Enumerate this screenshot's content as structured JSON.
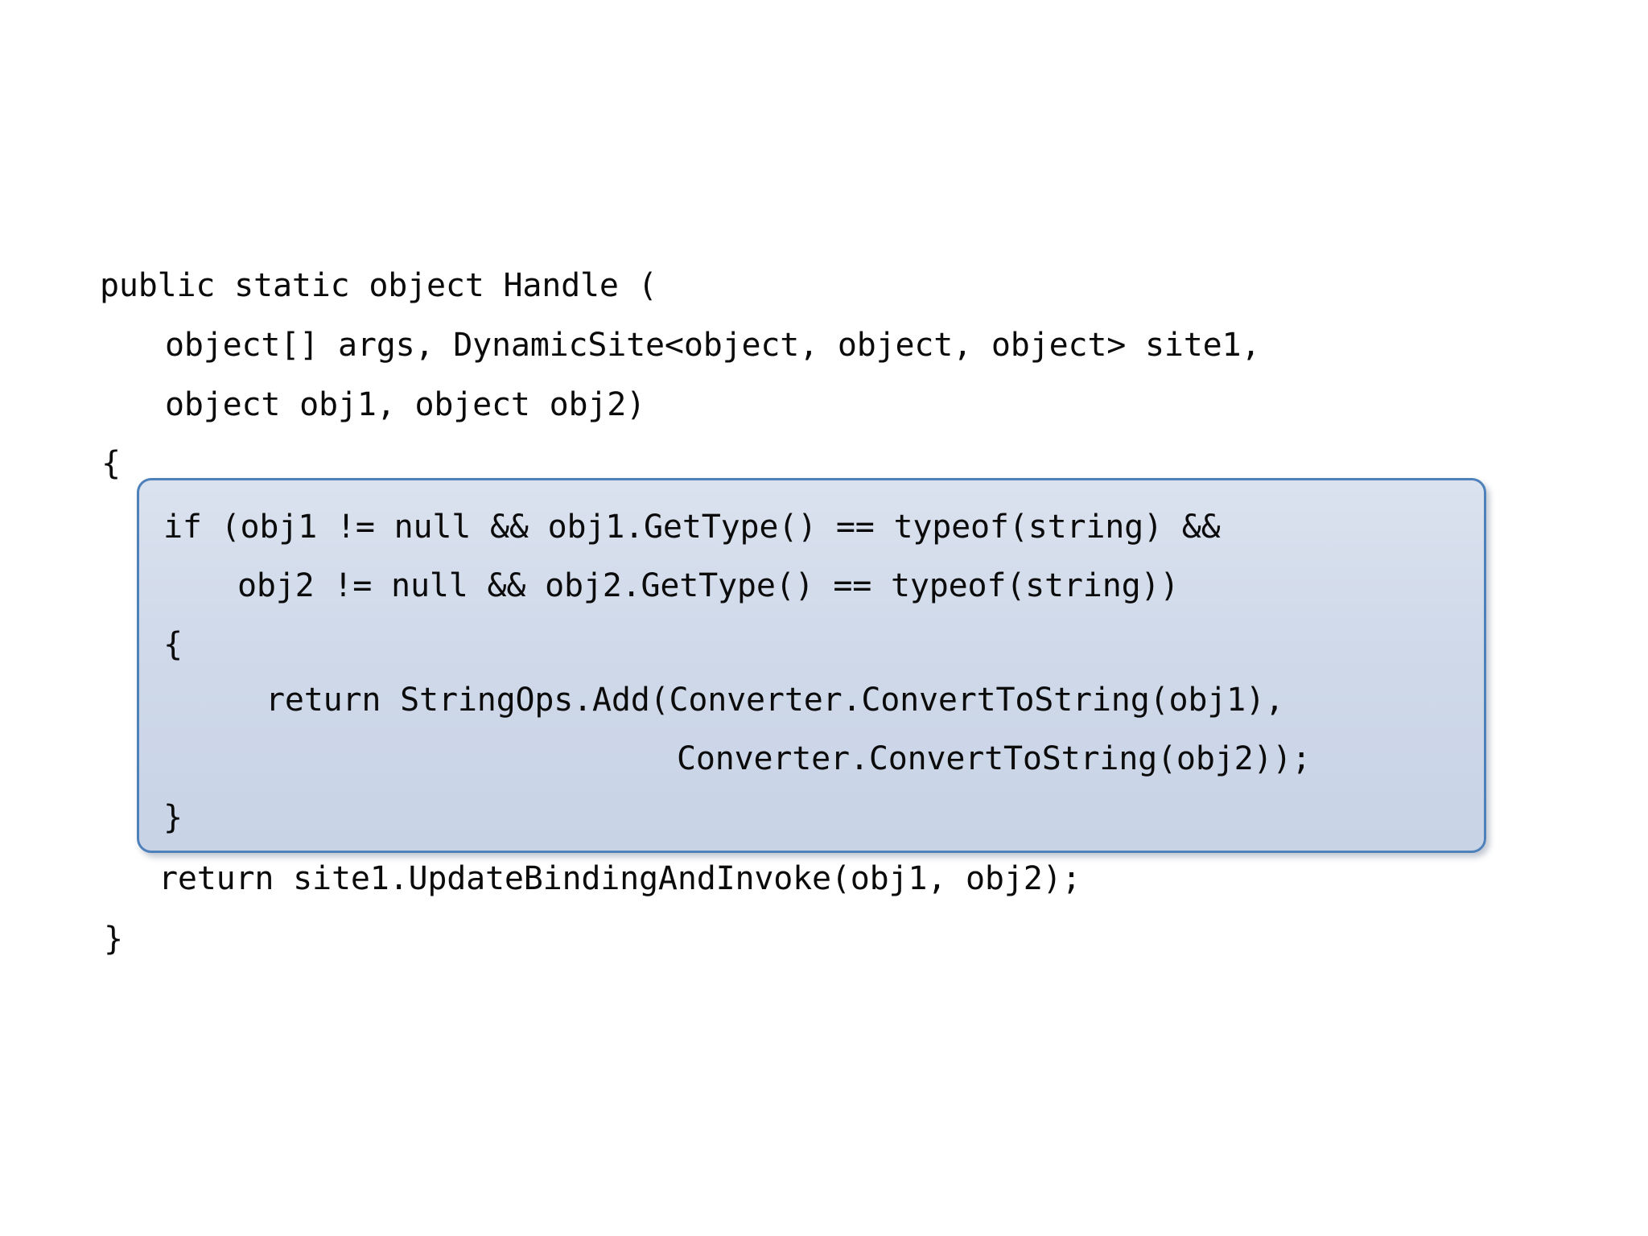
{
  "slide": {
    "background_color": "#ffffff",
    "code": {
      "text_color": "#0b0b0b",
      "lines": [
        "public static object Handle (",
        "object[] args, DynamicSite<object, object, object> site1,",
        "object obj1, object obj2)",
        "{",
        "if (obj1 != null && obj1.GetType() == typeof(string) &&",
        "obj2 != null && obj2.GetType() == typeof(string))",
        "{",
        "return StringOps.Add(Converter.ConvertToString(obj1),",
        "Converter.ConvertToString(obj2));",
        "}",
        "return site1.UpdateBindingAndInvoke(obj1, obj2);",
        "}"
      ]
    },
    "highlight_box": {
      "border_color": "#4e80ba",
      "fill_top_color": "#dbe2ef",
      "fill_bottom_color": "#c8d3e6",
      "highlighted_lines_first": "if (obj1 != null && obj1.GetType() == typeof(string) &&",
      "highlighted_lines_last": "}"
    }
  }
}
